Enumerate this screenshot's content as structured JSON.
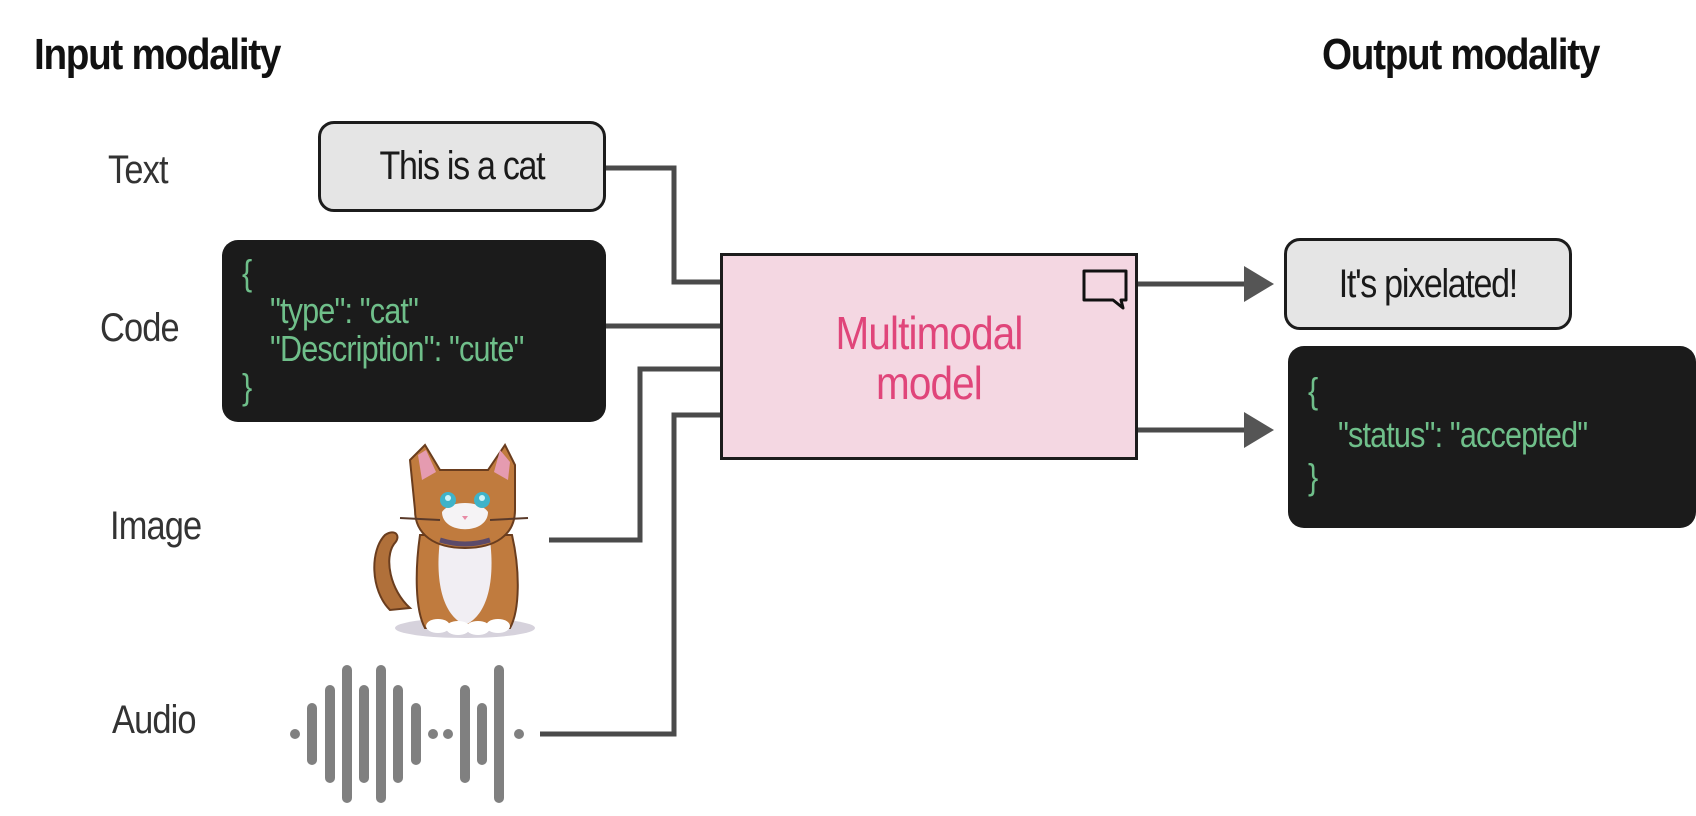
{
  "headings": {
    "input": "Input modality",
    "output": "Output modality"
  },
  "inputs": {
    "text": {
      "label": "Text",
      "value": "This is a cat"
    },
    "code": {
      "label": "Code",
      "lines": [
        "{",
        "\"type\": \"cat\"",
        "\"Description\": \"cute\"",
        "}"
      ]
    },
    "image": {
      "label": "Image",
      "icon": "pixel-cat-icon"
    },
    "audio": {
      "label": "Audio",
      "icon": "audio-waveform-icon"
    }
  },
  "model": {
    "line1": "Multimodal",
    "line2": "model",
    "icon": "speech-bubble-icon"
  },
  "outputs": {
    "text": {
      "value": "It's pixelated!"
    },
    "code": {
      "lines": [
        "{",
        "\"status\": \"accepted\"",
        "}"
      ]
    }
  },
  "colors": {
    "model_fill": "#f4d7e2",
    "model_text": "#e0457a",
    "code_bg": "#1b1b1b",
    "code_text": "#6fbf8a",
    "pill_fill": "#e5e5e5",
    "connector": "#4a4a4a"
  }
}
